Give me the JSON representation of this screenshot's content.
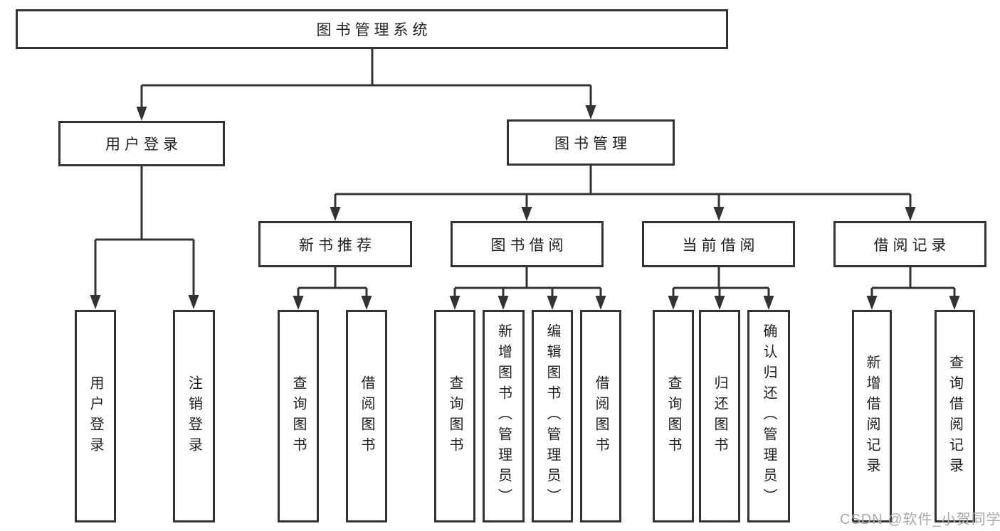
{
  "diagram_title": "图书管理系统",
  "colors": {
    "line": "#333333",
    "box_border": "#333333",
    "box_background": "#ffffff",
    "text": "#1f1f1f",
    "watermark": "#a6a9ad"
  },
  "nodes": {
    "root": "图书管理系统",
    "user_login": "用户登录",
    "book_manage": "图书管理",
    "new_book_recommend": "新书推荐",
    "book_borrow": "图书借阅",
    "current_borrow": "当前借阅",
    "borrow_record": "借阅记录",
    "ul_user_login": "用户登录",
    "ul_logout": "注销登录",
    "nr_query_book": "查询图书",
    "nr_borrow_book": "借阅图书",
    "bb_query_book": "查询图书",
    "bb_add_book": "新增图书（管理员）",
    "bb_edit_book": "编辑图书（管理员）",
    "bb_borrow_book": "借阅图书",
    "cb_query_book": "查询图书",
    "cb_return_book": "归还图书",
    "cb_confirm_return": "确认归还（管理员）",
    "br_add_record": "新增借阅记录",
    "br_query_record": "查询借阅记录"
  },
  "hierarchy": {
    "root": "图书管理系统",
    "children": [
      {
        "label": "用户登录",
        "children": [
          "用户登录",
          "注销登录"
        ]
      },
      {
        "label": "图书管理",
        "children": [
          {
            "label": "新书推荐",
            "children": [
              "查询图书",
              "借阅图书"
            ]
          },
          {
            "label": "图书借阅",
            "children": [
              "查询图书",
              "新增图书（管理员）",
              "编辑图书（管理员）",
              "借阅图书"
            ]
          },
          {
            "label": "当前借阅",
            "children": [
              "查询图书",
              "归还图书",
              "确认归还（管理员）"
            ]
          },
          {
            "label": "借阅记录",
            "children": [
              "新增借阅记录",
              "查询借阅记录"
            ]
          }
        ]
      }
    ]
  },
  "watermark": "CSDN @软件_小贺同学"
}
